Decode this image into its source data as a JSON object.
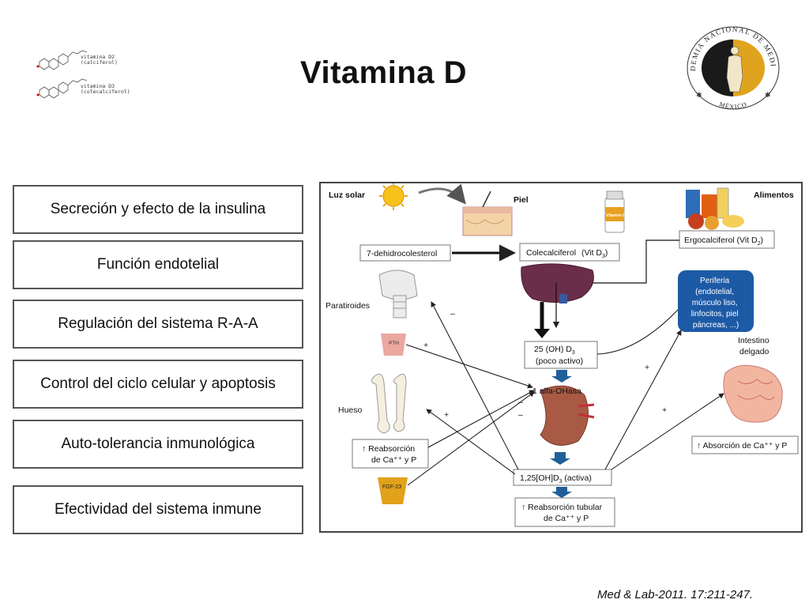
{
  "header": {
    "title": "Vitamina D",
    "molecules": [
      {
        "name": "vitamina D2",
        "subname": "(calciferol)"
      },
      {
        "name": "vitamina D3",
        "subname": "(colecalciferol)"
      }
    ],
    "seal": {
      "text": "ACADEMIA NACIONAL DE MEDICINA",
      "country": "MÉXICO",
      "colors": {
        "ring": "#e0a31e",
        "center": "#1a1a1a"
      }
    }
  },
  "functions": [
    "Secreción y efecto de la insulina",
    "Función endotelial",
    "Regulación del sistema R-A-A",
    "Control del ciclo celular y apoptosis",
    "Auto-tolerancia inmunológica",
    "Efectividad del sistema inmune"
  ],
  "diagram": {
    "sun_label": "Luz solar",
    "skin_label": "Piel",
    "food_label": "Alimentos",
    "supplement_label": "Vitamin D",
    "dehydro": "7-dehidrocolesterol",
    "cole": "Colecalciferol",
    "cole_vit": "(Vit D",
    "cole_sub": "3",
    "ergo": "Ergocalciferol (Vit D",
    "ergo_sub": "2",
    "parathyroid": "Paratiroides",
    "pth": "PTH",
    "bone": "Hueso",
    "fgf": "FGF-23",
    "periferia": [
      "Periferia",
      "(endotelial,",
      "músculo liso,",
      "linfocitos, piel",
      "páncreas, ...)"
    ],
    "intestine": [
      "Intestino",
      "delgado"
    ],
    "hydroxy_line1": "25 (OH) D",
    "hydroxy_sub": "3",
    "hydroxy_line2": "(poco activo)",
    "alfa": "1 alfa-OHasa",
    "active": "1,25[OH]D",
    "active_sub": "3",
    "active_suffix": " (activa)",
    "reabs_bone_line1": "↑ Reabsorción",
    "reabs_bone_line2": "de Ca⁺⁺ y P",
    "absorcion": "↑ Absorción de Ca⁺⁺ y P",
    "tubular_line1": "↑ Reabsorción tubular",
    "tubular_line2": "de Ca⁺⁺ y P",
    "signs": {
      "plus": "+",
      "minus": "–"
    },
    "colors": {
      "liver": "#6a2e4a",
      "kidney": "#a85a44",
      "arrow_blue": "#1f5f9a",
      "periferia_bg": "#1d5aa6",
      "fgf": "#e2a11b",
      "pth": "#eba7a0"
    }
  },
  "citation": "Med & Lab-2011. 17:211-247."
}
